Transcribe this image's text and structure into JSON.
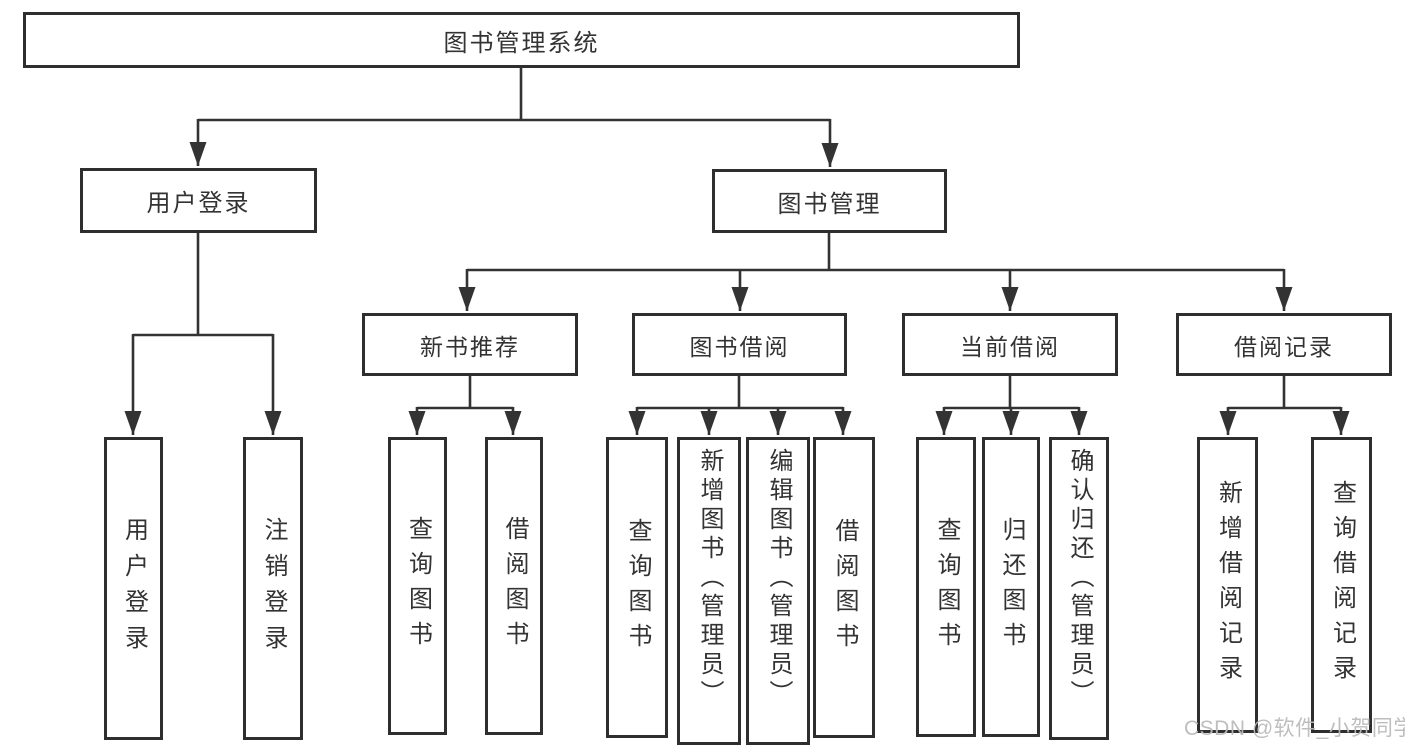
{
  "diagram": {
    "root": "图书管理系统",
    "level1": [
      "用户登录",
      "图书管理"
    ],
    "level2": [
      "新书推荐",
      "图书借阅",
      "当前借阅",
      "借阅记录"
    ],
    "leaves_user": [
      "用户登录",
      "注销登录"
    ],
    "leaves_new": [
      "查询图书",
      "借阅图书"
    ],
    "leaves_borrow": [
      "查询图书",
      "新增图书（管理员）",
      "编辑图书（管理员）",
      "借阅图书"
    ],
    "leaves_current": [
      "查询图书",
      "归还图书",
      "确认归还（管理员）"
    ],
    "leaves_records": [
      "新增借阅记录",
      "查询借阅记录"
    ]
  },
  "watermark": "CSDN @软件_小贺同学",
  "colors": {
    "line": "#333333",
    "text": "#333333",
    "border": "#2e2e2e",
    "watermark": "#bababa"
  }
}
